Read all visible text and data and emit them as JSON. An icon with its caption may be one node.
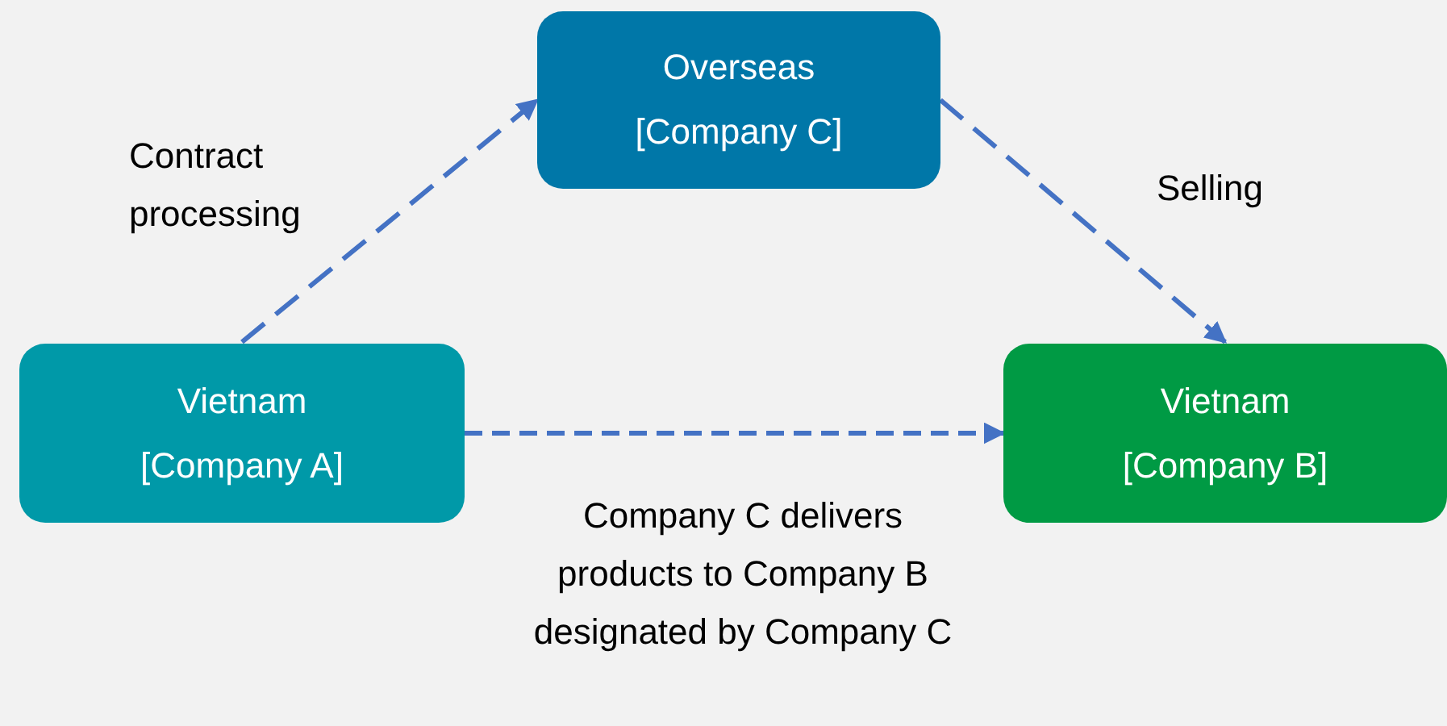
{
  "diagram": {
    "nodes": [
      {
        "text": [
          "Overseas",
          "[Company C]"
        ]
      },
      {
        "text": [
          "Vietnam",
          "[Company A]"
        ]
      },
      {
        "text": [
          "Vietnam",
          "[Company B]"
        ]
      }
    ],
    "edges": [
      {
        "from": 1,
        "to": 0,
        "arrow": "to",
        "label": "Contract processing",
        "style": "dashed"
      },
      {
        "from": 0,
        "to": 2,
        "arrow": "to",
        "label": "Selling",
        "style": "dashed"
      },
      {
        "from": 1,
        "to": 2,
        "arrow": "to",
        "label": "Company C delivers products to Company B designated by Company C",
        "style": "dashed"
      }
    ]
  }
}
